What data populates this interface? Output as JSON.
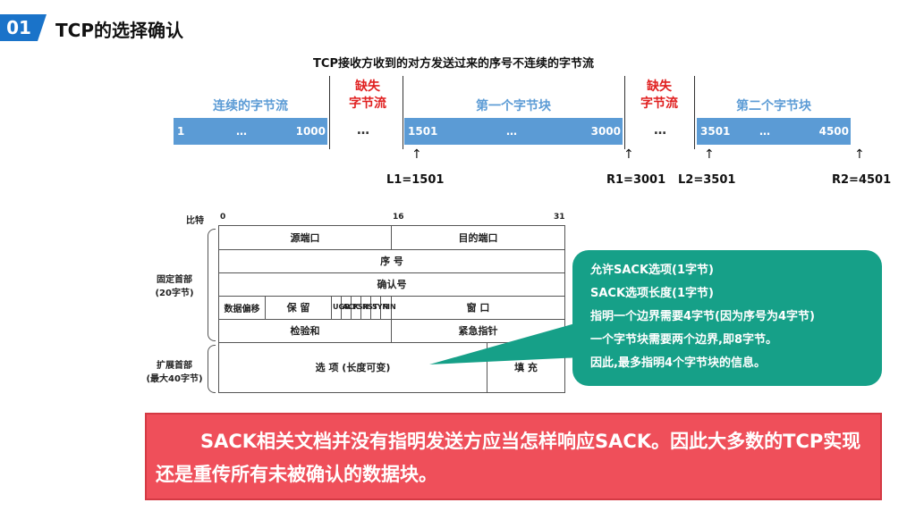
{
  "header": {
    "number": "01",
    "title": "TCP的选择确认"
  },
  "diagram": {
    "title": "TCP接收方收到的对方发送过来的序号不连续的字节流",
    "segments": [
      {
        "label": "连续的字节流",
        "start": "1",
        "dots": "…",
        "end": "1000"
      },
      {
        "label": "第一个字节块",
        "start": "1501",
        "dots": "…",
        "end": "3000"
      },
      {
        "label": "第二个字节块",
        "start": "3501",
        "dots": "…",
        "end": "4500"
      }
    ],
    "gap_label_line1": "缺失",
    "gap_label_line2": "字节流",
    "gap_dots": "…",
    "markers": [
      "L1=1501",
      "R1=3001",
      "L2=3501",
      "R2=4501"
    ]
  },
  "tcp_header": {
    "bits_label": "比特",
    "bit0": "0",
    "bit16": "16",
    "bit31": "31",
    "fixed_label_1": "固定首部",
    "fixed_label_2": "(20字节)",
    "ext_label_1": "扩展首部",
    "ext_label_2": "(最大40字节)",
    "src_port": "源端口",
    "dst_port": "目的端口",
    "seq": "序 号",
    "ack": "确认号",
    "offset": "数据偏移",
    "reserved": "保 留",
    "flags": [
      "UGR",
      "ACK",
      "PSH",
      "RST",
      "SYN",
      "FIN"
    ],
    "window": "窗 口",
    "checksum": "检验和",
    "urgent": "紧急指针",
    "options": "选 项 (长度可变)",
    "padding": "填 充"
  },
  "callout": {
    "line1": "允许SACK选项(1字节)",
    "line2": "SACK选项长度(1字节)",
    "line3": "指明一个边界需要4字节(因为序号为4字节)",
    "line4": "一个字节块需要两个边界,即8字节。",
    "line5": "因此,最多指明4个字节块的信息。"
  },
  "note": {
    "text": "SACK相关文档并没有指明发送方应当怎样响应SACK。因此大多数的TCP实现还是重传所有未被确认的数据块。"
  },
  "colors": {
    "segment": "#5b9bd5",
    "gap": "#e02020",
    "callout": "#16a088",
    "note": "#ef4f5a",
    "badge": "#1a73c9"
  }
}
